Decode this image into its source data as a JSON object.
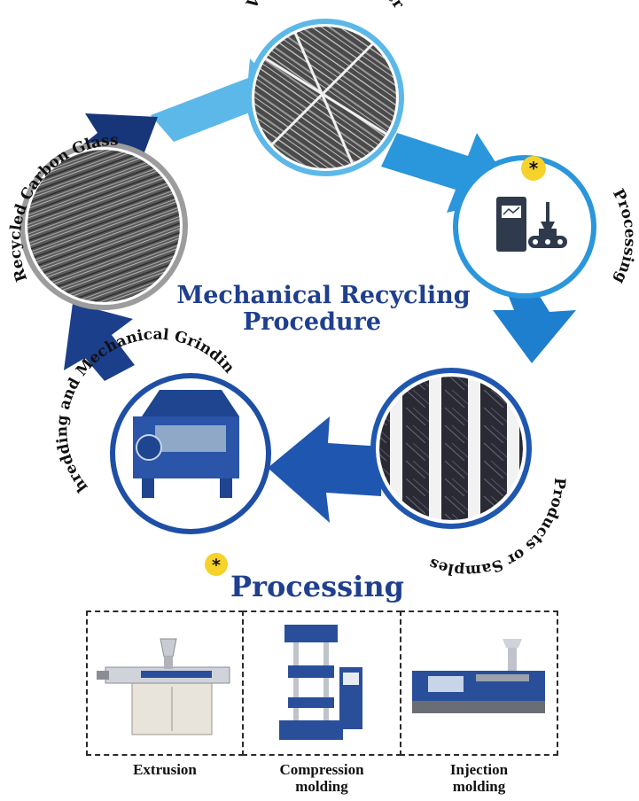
{
  "diagram": {
    "center_title_line1": "Mechanical Recycling",
    "center_title_line2": "Procedure",
    "stages": [
      {
        "label": "Virgin Carbon Fiber",
        "image_icon": "carbon-fiber-micrograph"
      },
      {
        "label": "Processing",
        "image_icon": "factory-machine-icon",
        "marker": "*"
      },
      {
        "label": "Products or Samples",
        "image_icon": "carbon-samples-photo"
      },
      {
        "label": "Shredding and Mechanical Grinding",
        "image_icon": "shredder-machine-photo"
      },
      {
        "label": "Recycled Carbon Glass",
        "image_icon": "recycled-fiber-photo"
      }
    ]
  },
  "processing": {
    "marker": "*",
    "title": "Processing",
    "methods": [
      {
        "line1": "Extrusion",
        "line2": "",
        "image_icon": "extruder-machine-icon"
      },
      {
        "line1": "Compression",
        "line2": "molding",
        "image_icon": "compression-press-icon"
      },
      {
        "line1": "Injection",
        "line2": "molding",
        "image_icon": "injection-machine-icon"
      }
    ]
  },
  "colors": {
    "arrow_light": "#5bb8e8",
    "arrow_mid": "#1f7fcf",
    "arrow_dark": "#1c3f8c",
    "title_blue": "#1f3f8f",
    "marker_yellow": "#f7d22a"
  }
}
